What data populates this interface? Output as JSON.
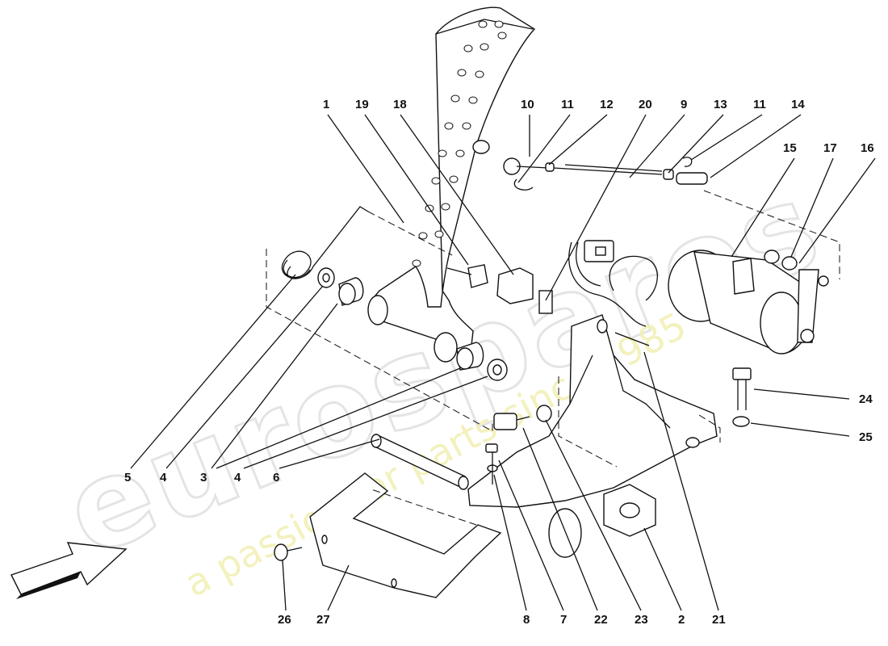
{
  "watermark": {
    "logo_text": "eurospares",
    "tagline": "a passion for parts since 1985",
    "logo_color": "#e4e4e4",
    "tagline_color": "#f1efb2"
  },
  "callouts": {
    "c1": "1",
    "c19": "19",
    "c18": "18",
    "c10": "10",
    "c11a": "11",
    "c12": "12",
    "c20": "20",
    "c9": "9",
    "c13": "13",
    "c11b": "11",
    "c14": "14",
    "c15": "15",
    "c17": "17",
    "c16": "16",
    "c24": "24",
    "c25": "25",
    "c5": "5",
    "c4a": "4",
    "c3": "3",
    "c4b": "4",
    "c6": "6",
    "c26": "26",
    "c27": "27",
    "c8": "8",
    "c7": "7",
    "c22": "22",
    "c23": "23",
    "c2": "2",
    "c21": "21"
  },
  "icons": {
    "direction_arrow": "arrow-right-icon"
  }
}
